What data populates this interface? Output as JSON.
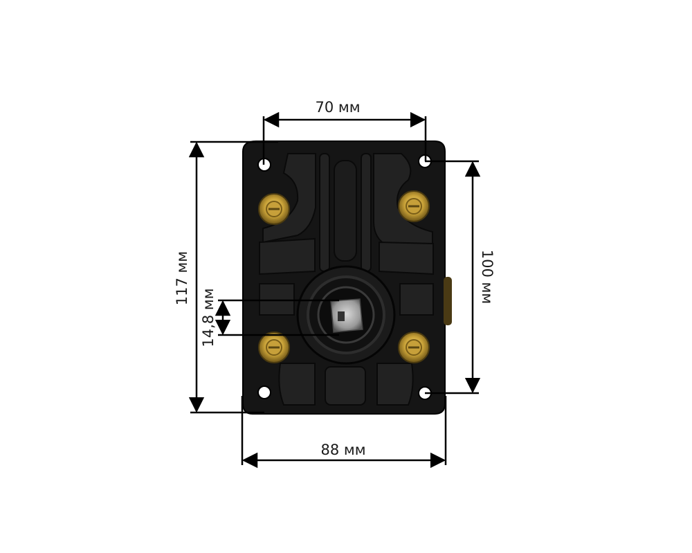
{
  "dimensions": {
    "top_width": "70 мм",
    "bottom_width": "88 мм",
    "left_height": "117 мм",
    "right_height": "100 мм",
    "shaft": "14,8 мм"
  },
  "colors": {
    "body": "#141414",
    "body_highlight": "#2a2a2a",
    "bolt_outer": "#b08a2a",
    "bolt_inner": "#d9b648",
    "dimension_line": "#000000"
  }
}
